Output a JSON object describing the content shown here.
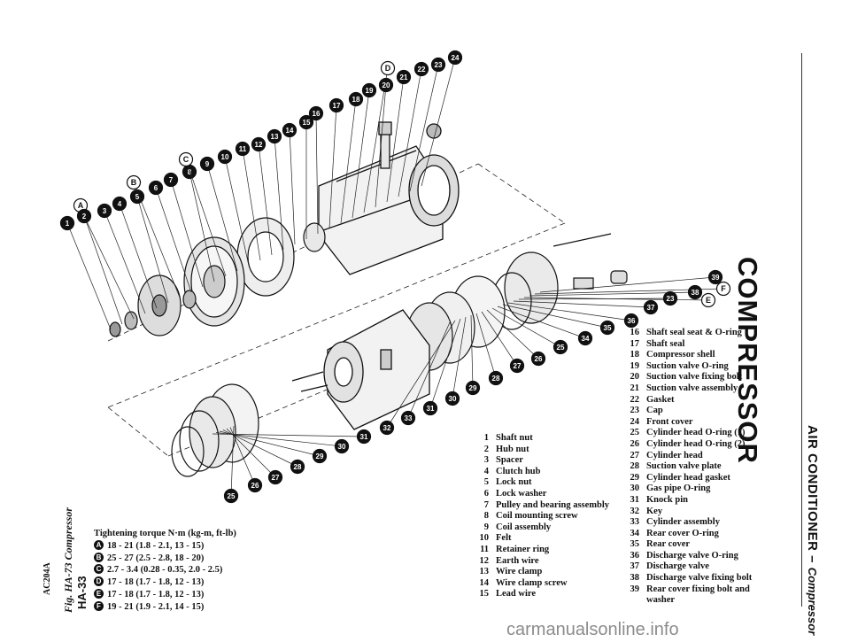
{
  "header": {
    "section_title": "COMPRESSOR",
    "chapter_title": "AIR CONDITIONER –",
    "chapter_subtitle": "Compressor"
  },
  "footer": {
    "figure_code": "AC204A",
    "figure_caption": "Fig. HA-73 Compressor",
    "page_number": "HA-33",
    "watermark": "carmanualsonline.info"
  },
  "torque": {
    "title": "Tightening torque N·m (kg-m, ft-lb)",
    "specs": [
      {
        "mark": "A",
        "value": "18 - 21 (1.8 - 2.1, 13 - 15)"
      },
      {
        "mark": "B",
        "value": "25 - 27 (2.5 - 2.8, 18 - 20)"
      },
      {
        "mark": "C",
        "value": "2.7 - 3.4 (0.28 - 0.35, 2.0 - 2.5)"
      },
      {
        "mark": "D",
        "value": "17 - 18 (1.7 - 1.8, 12 - 13)"
      },
      {
        "mark": "E",
        "value": "17 - 18 (1.7 - 1.8, 12 - 13)"
      },
      {
        "mark": "F",
        "value": "19 - 21 (1.9 - 2.1, 14 - 15)"
      }
    ]
  },
  "parts": [
    {
      "num": "1",
      "name": "Shaft nut"
    },
    {
      "num": "2",
      "name": "Hub nut"
    },
    {
      "num": "3",
      "name": "Spacer"
    },
    {
      "num": "4",
      "name": "Clutch hub"
    },
    {
      "num": "5",
      "name": "Lock nut"
    },
    {
      "num": "6",
      "name": "Lock washer"
    },
    {
      "num": "7",
      "name": "Pulley and bearing assembly"
    },
    {
      "num": "8",
      "name": "Coil mounting screw"
    },
    {
      "num": "9",
      "name": "Coil assembly"
    },
    {
      "num": "10",
      "name": "Felt"
    },
    {
      "num": "11",
      "name": "Retainer ring"
    },
    {
      "num": "12",
      "name": "Earth wire"
    },
    {
      "num": "13",
      "name": "Wire clamp"
    },
    {
      "num": "14",
      "name": "Wire clamp screw"
    },
    {
      "num": "15",
      "name": "Lead wire"
    },
    {
      "num": "16",
      "name": "Shaft seal seat & O-ring"
    },
    {
      "num": "17",
      "name": "Shaft seal"
    },
    {
      "num": "18",
      "name": "Compressor shell"
    },
    {
      "num": "19",
      "name": "Suction valve O-ring"
    },
    {
      "num": "20",
      "name": "Suction valve fixing bolt"
    },
    {
      "num": "21",
      "name": "Suction valve assembly"
    },
    {
      "num": "22",
      "name": "Gasket"
    },
    {
      "num": "23",
      "name": "Cap"
    },
    {
      "num": "24",
      "name": "Front cover"
    },
    {
      "num": "25",
      "name": "Cylinder head O-ring (1)"
    },
    {
      "num": "26",
      "name": "Cylinder head O-ring (2)"
    },
    {
      "num": "27",
      "name": "Cylinder head"
    },
    {
      "num": "28",
      "name": "Suction valve plate"
    },
    {
      "num": "29",
      "name": "Cylinder head gasket"
    },
    {
      "num": "30",
      "name": "Gas pipe O-ring"
    },
    {
      "num": "31",
      "name": "Knock pin"
    },
    {
      "num": "32",
      "name": "Key"
    },
    {
      "num": "33",
      "name": "Cylinder assembly"
    },
    {
      "num": "34",
      "name": "Rear cover O-ring"
    },
    {
      "num": "35",
      "name": "Rear cover"
    },
    {
      "num": "36",
      "name": "Discharge valve O-ring"
    },
    {
      "num": "37",
      "name": "Discharge valve"
    },
    {
      "num": "38",
      "name": "Discharge valve fixing bolt"
    },
    {
      "num": "39",
      "name": "Rear cover fixing bolt and washer"
    }
  ],
  "callouts": {
    "upper": [
      "1",
      "A",
      "2",
      "3",
      "4",
      "5",
      "B",
      "6",
      "7",
      "8",
      "C",
      "9",
      "10",
      "11",
      "12",
      "13",
      "14",
      "15",
      "16",
      "17",
      "18",
      "19",
      "D",
      "20",
      "21",
      "22",
      "23",
      "24"
    ],
    "right": [
      "39",
      "F",
      "38",
      "E",
      "23",
      "37",
      "36",
      "35",
      "34",
      "25",
      "26",
      "27",
      "28",
      "29",
      "30",
      "31",
      "32",
      "33"
    ],
    "lower": [
      "31",
      "30",
      "29",
      "28",
      "27",
      "26",
      "25"
    ]
  }
}
